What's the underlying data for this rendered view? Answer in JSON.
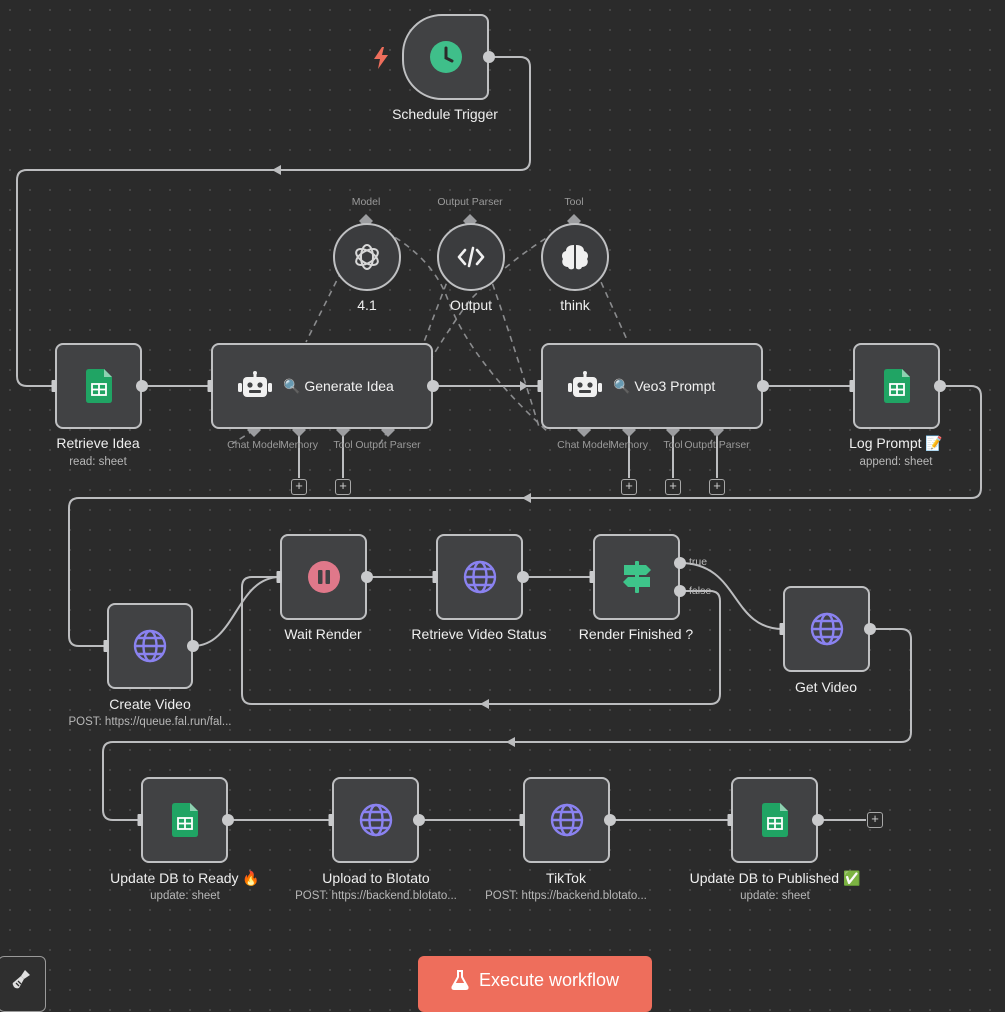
{
  "colors": {
    "canvas": "#2b2b2b",
    "node_bg": "#414244",
    "node_border": "#bfc0c2",
    "accent": "#ee6e5c",
    "sheets_green": "#20a464",
    "http_purple": "#8a82f0",
    "wait_pink": "#e0788a",
    "if_green": "#3ec48a",
    "schedule_teal": "#3fbf8a"
  },
  "nodes": {
    "schedule_trigger": {
      "label": "Schedule Trigger",
      "icon": "clock-icon"
    },
    "retrieve_idea": {
      "label": "Retrieve Idea",
      "subtitle": "read: sheet",
      "icon": "google-sheets-icon"
    },
    "generate_idea": {
      "label": "🔍 Generate Idea",
      "icon": "robot-icon",
      "ports": [
        "Chat Model",
        "Memory",
        "Tool",
        "Output Parser"
      ]
    },
    "veo3_prompt": {
      "label": "🔍 Veo3 Prompt",
      "icon": "robot-icon",
      "ports": [
        "Chat Model",
        "Memory",
        "Tool",
        "Output Parser"
      ]
    },
    "log_prompt": {
      "label": "Log Prompt 📝",
      "subtitle": "append: sheet",
      "icon": "google-sheets-icon"
    },
    "model_41": {
      "label": "4.1",
      "port": "Model",
      "icon": "openai-icon"
    },
    "output_parser": {
      "label": "Output",
      "port": "Output Parser",
      "icon": "code-icon"
    },
    "think": {
      "label": "think",
      "port": "Tool",
      "icon": "brain-icon"
    },
    "create_video": {
      "label": "Create Video",
      "subtitle": "POST: https://queue.fal.run/fal...",
      "icon": "globe-icon"
    },
    "wait_render": {
      "label": "Wait Render",
      "icon": "pause-icon"
    },
    "retrieve_video_status": {
      "label": "Retrieve Video Status",
      "icon": "globe-icon"
    },
    "render_finished": {
      "label": "Render Finished ?",
      "icon": "signpost-icon",
      "branch_true": "true",
      "branch_false": "false"
    },
    "get_video": {
      "label": "Get Video",
      "icon": "globe-icon"
    },
    "update_db_ready": {
      "label": "Update DB to Ready 🔥",
      "subtitle": "update: sheet",
      "icon": "google-sheets-icon"
    },
    "upload_blotato": {
      "label": "Upload to Blotato",
      "subtitle": "POST: https://backend.blotato...",
      "icon": "globe-icon"
    },
    "tiktok": {
      "label": "TikTok",
      "subtitle": "POST: https://backend.blotato...",
      "icon": "globe-icon"
    },
    "update_db_published": {
      "label": "Update DB to Published ✅",
      "subtitle": "update: sheet",
      "icon": "google-sheets-icon"
    }
  },
  "toolbar": {
    "execute_label": "Execute workflow",
    "execute_icon": "flask-icon",
    "clear_icon": "broom-icon"
  }
}
